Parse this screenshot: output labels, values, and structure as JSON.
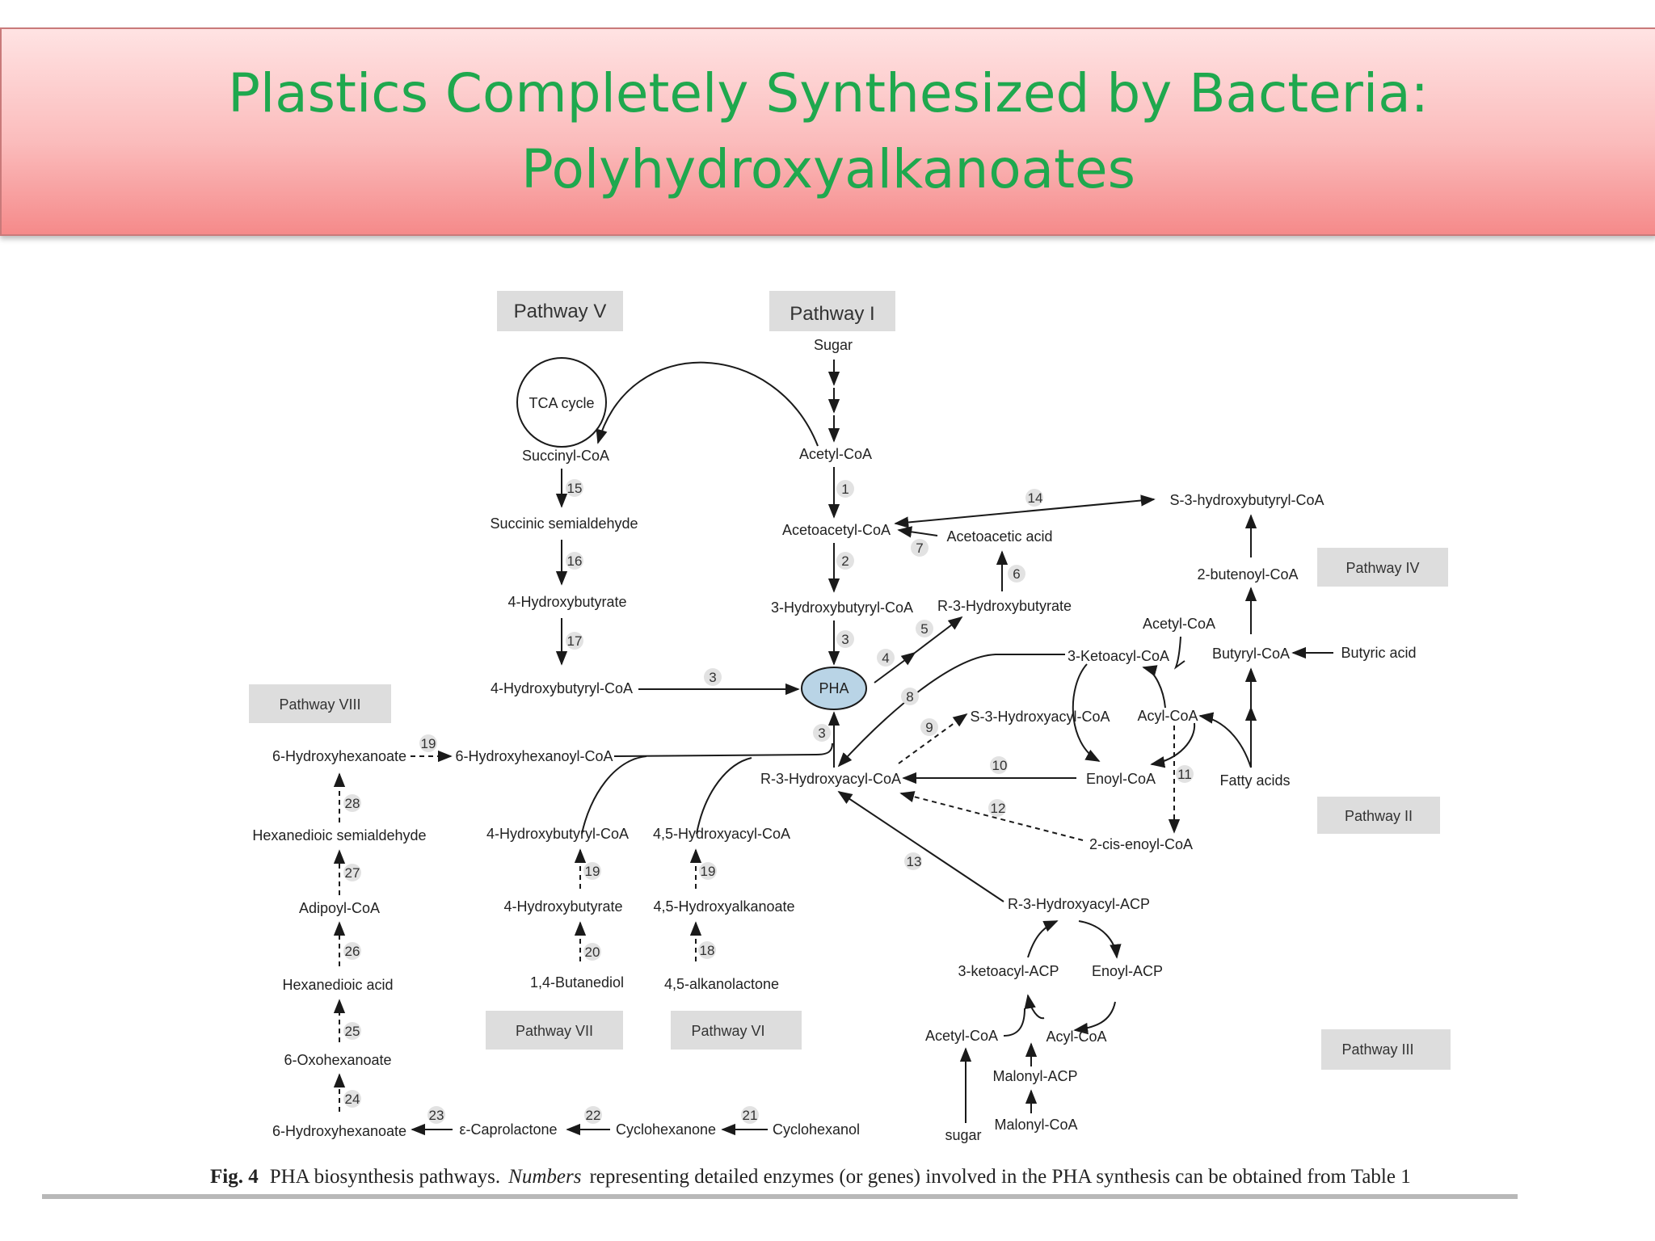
{
  "slide": {
    "title_line1": "Plastics Completely Synthesized by Bacteria:",
    "title_line2": "Polyhydroxyalkanoates"
  },
  "pathways": {
    "p1": "Pathway I",
    "p2": "Pathway II",
    "p3": "Pathway III",
    "p4": "Pathway IV",
    "p5": "Pathway V",
    "p6": "Pathway VI",
    "p7": "Pathway VII",
    "p8": "Pathway VIII"
  },
  "nodes": {
    "sugar": "Sugar",
    "acetyl_coa": "Acetyl-CoA",
    "acetoacetyl_coa": "Acetoacetyl-CoA",
    "acetoacetic_acid": "Acetoacetic acid",
    "s3_hydroxybutyryl_coa": "S-3-hydroxybutyryl-CoA",
    "hydroxybutyryl_coa_3": "3-Hydroxybutyryl-CoA",
    "r3_hydroxybutyrate": "R-3-Hydroxybutyrate",
    "pha": "PHA",
    "tca_cycle": "TCA cycle",
    "succinyl_coa": "Succinyl-CoA",
    "succinic_semialdehyde": "Succinic semialdehyde",
    "hydroxybutyrate_4": "4-Hydroxybutyrate",
    "hydroxybutyryl_coa_4": "4-Hydroxybutyryl-CoA",
    "butenoyl_coa": "2-butenoyl-CoA",
    "acetyl_coa_2": "Acetyl-CoA",
    "butyryl_coa": "Butyryl-CoA",
    "butyric_acid": "Butyric acid",
    "ketoacyl_coa": "3-Ketoacyl-CoA",
    "s3_hydroxyacyl_coa": "S-3-Hydroxyacyl-CoA",
    "acyl_coa": "Acyl-CoA",
    "enoyl_coa": "Enoyl-CoA",
    "fatty_acids": "Fatty acids",
    "r3_hydroxyacyl_coa": "R-3-Hydroxyacyl-CoA",
    "cis_enoyl_coa": "2-cis-enoyl-CoA",
    "r3_hydroxyacyl_acp": "R-3-Hydroxyacyl-ACP",
    "ketoacyl_acp": "3-ketoacyl-ACP",
    "enoyl_acp": "Enoyl-ACP",
    "acetyl_coa_3": "Acetyl-CoA",
    "acyl_coa_2": "Acyl-CoA",
    "malonyl_acp": "Malonyl-ACP",
    "malonyl_coa": "Malonyl-CoA",
    "sugar_2": "sugar",
    "hydroxyhexanoate_6": "6-Hydroxyhexanoate",
    "hydroxyhexanoyl_coa_6": "6-Hydroxyhexanoyl-CoA",
    "hexanedioic_semialdehyde": "Hexanedioic semialdehyde",
    "adipoyl_coa": "Adipoyl-CoA",
    "hexanedioic_acid": "Hexanedioic acid",
    "oxohexanoate_6": "6-Oxohexanoate",
    "hydroxyhexanoate_6b": "6-Hydroxyhexanoate",
    "caprolactone": "ε-Caprolactone",
    "cyclohexanone": "Cyclohexanone",
    "cyclohexanol": "Cyclohexanol",
    "hydroxybutyryl_coa_4b": "4-Hydroxybutyryl-CoA",
    "hydroxybutyrate_4b": "4-Hydroxybutyrate",
    "butanediol": "1,4-Butanediol",
    "hydroxyacyl_coa_45": "4,5-Hydroxyacyl-CoA",
    "hydroxyalkanoate_45": "4,5-Hydroxyalkanoate",
    "alkanolactone_45": "4,5-alkanolactone"
  },
  "steps": {
    "s1": "1",
    "s2": "2",
    "s3a": "3",
    "s3b": "3",
    "s3c": "3",
    "s4": "4",
    "s5": "5",
    "s6": "6",
    "s7": "7",
    "s8": "8",
    "s9": "9",
    "s10": "10",
    "s11": "11",
    "s12": "12",
    "s13": "13",
    "s14": "14",
    "s15": "15",
    "s16": "16",
    "s17": "17",
    "s18": "18",
    "s19a": "19",
    "s19b": "19",
    "s19c": "19",
    "s20": "20",
    "s21": "21",
    "s22": "22",
    "s23": "23",
    "s24": "24",
    "s25": "25",
    "s26": "26",
    "s27": "27",
    "s28": "28"
  },
  "caption": {
    "fig": "Fig. 4",
    "part1": "PHA biosynthesis pathways.",
    "italic": "Numbers",
    "part2": "representing detailed enzymes (or genes) involved in the PHA synthesis can be obtained from Table 1"
  },
  "colors": {
    "title_text": "#1fa84e",
    "banner_top": "#ffe3e3",
    "banner_bottom": "#f58a8a",
    "pha_fill": "#b9d4e6"
  }
}
